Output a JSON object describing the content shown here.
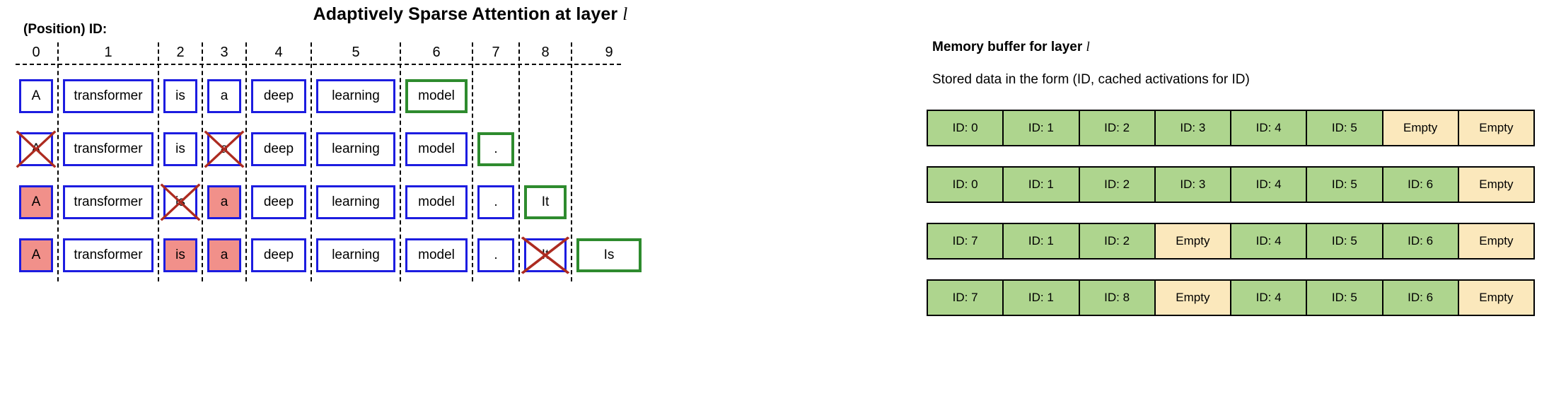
{
  "title": {
    "text": "Adaptively Sparse Attention at layer",
    "symbol": "l"
  },
  "left_panel": {
    "position_label": "(Position) ID:",
    "column_headers": [
      "0",
      "1",
      "2",
      "3",
      "4",
      "5",
      "6",
      "7",
      "8",
      "9"
    ],
    "colors": {
      "blue": "#1c1ce0",
      "green": "#2e8b2e",
      "red_fill": "#f1908a",
      "x_stroke": "#ad2b20"
    },
    "rows": [
      {
        "name": "step-1",
        "cells": [
          {
            "text": "A",
            "style": "blue",
            "crossed": false
          },
          {
            "text": "transformer",
            "style": "blue",
            "crossed": false
          },
          {
            "text": "is",
            "style": "blue",
            "crossed": false
          },
          {
            "text": "a",
            "style": "blue",
            "crossed": false
          },
          {
            "text": "deep",
            "style": "blue",
            "crossed": false
          },
          {
            "text": "learning",
            "style": "blue",
            "crossed": false
          },
          {
            "text": "model",
            "style": "green",
            "crossed": false
          },
          {
            "text": "",
            "style": "none",
            "crossed": false
          },
          {
            "text": "",
            "style": "none",
            "crossed": false
          },
          {
            "text": "",
            "style": "none",
            "crossed": false
          }
        ]
      },
      {
        "name": "step-2",
        "cells": [
          {
            "text": "A",
            "style": "blue",
            "crossed": true
          },
          {
            "text": "transformer",
            "style": "blue",
            "crossed": false
          },
          {
            "text": "is",
            "style": "blue",
            "crossed": false
          },
          {
            "text": "a",
            "style": "blue",
            "crossed": true
          },
          {
            "text": "deep",
            "style": "blue",
            "crossed": false
          },
          {
            "text": "learning",
            "style": "blue",
            "crossed": false
          },
          {
            "text": "model",
            "style": "blue",
            "crossed": false
          },
          {
            "text": ".",
            "style": "green",
            "crossed": false
          },
          {
            "text": "",
            "style": "none",
            "crossed": false
          },
          {
            "text": "",
            "style": "none",
            "crossed": false
          }
        ]
      },
      {
        "name": "step-3",
        "cells": [
          {
            "text": "A",
            "style": "redfill",
            "crossed": false
          },
          {
            "text": "transformer",
            "style": "blue",
            "crossed": false
          },
          {
            "text": "is",
            "style": "blue",
            "crossed": true
          },
          {
            "text": "a",
            "style": "redfill",
            "crossed": false
          },
          {
            "text": "deep",
            "style": "blue",
            "crossed": false
          },
          {
            "text": "learning",
            "style": "blue",
            "crossed": false
          },
          {
            "text": "model",
            "style": "blue",
            "crossed": false
          },
          {
            "text": ".",
            "style": "blue",
            "crossed": false
          },
          {
            "text": "It",
            "style": "green",
            "crossed": false
          },
          {
            "text": "",
            "style": "none",
            "crossed": false
          }
        ]
      },
      {
        "name": "step-4",
        "cells": [
          {
            "text": "A",
            "style": "redfill",
            "crossed": false
          },
          {
            "text": "transformer",
            "style": "blue",
            "crossed": false
          },
          {
            "text": "is",
            "style": "redfill",
            "crossed": false
          },
          {
            "text": "a",
            "style": "redfill",
            "crossed": false
          },
          {
            "text": "deep",
            "style": "blue",
            "crossed": false
          },
          {
            "text": "learning",
            "style": "blue",
            "crossed": false
          },
          {
            "text": "model",
            "style": "blue",
            "crossed": false
          },
          {
            "text": ".",
            "style": "blue",
            "crossed": false
          },
          {
            "text": "It",
            "style": "blue",
            "crossed": true
          },
          {
            "text": "Is",
            "style": "green",
            "crossed": false
          }
        ]
      }
    ]
  },
  "right_panel": {
    "title": "Memory buffer for layer",
    "title_symbol": "l",
    "subtitle": "Stored data in the form (ID, cached activations for ID)",
    "colors": {
      "filled": "#aed58e",
      "empty": "#fbe8bc",
      "border": "#000000"
    },
    "empty_label": "Empty",
    "buffers": [
      {
        "name": "buffer-step-1",
        "slots": [
          "ID: 0",
          "ID: 1",
          "ID: 2",
          "ID: 3",
          "ID: 4",
          "ID: 5",
          "Empty",
          "Empty"
        ]
      },
      {
        "name": "buffer-step-2",
        "slots": [
          "ID: 0",
          "ID: 1",
          "ID: 2",
          "ID: 3",
          "ID: 4",
          "ID: 5",
          "ID: 6",
          "Empty"
        ]
      },
      {
        "name": "buffer-step-3",
        "slots": [
          "ID: 7",
          "ID: 1",
          "ID: 2",
          "Empty",
          "ID: 4",
          "ID: 5",
          "ID: 6",
          "Empty"
        ]
      },
      {
        "name": "buffer-step-4",
        "slots": [
          "ID: 7",
          "ID: 1",
          "ID: 8",
          "Empty",
          "ID: 4",
          "ID: 5",
          "ID: 6",
          "Empty"
        ]
      }
    ]
  }
}
